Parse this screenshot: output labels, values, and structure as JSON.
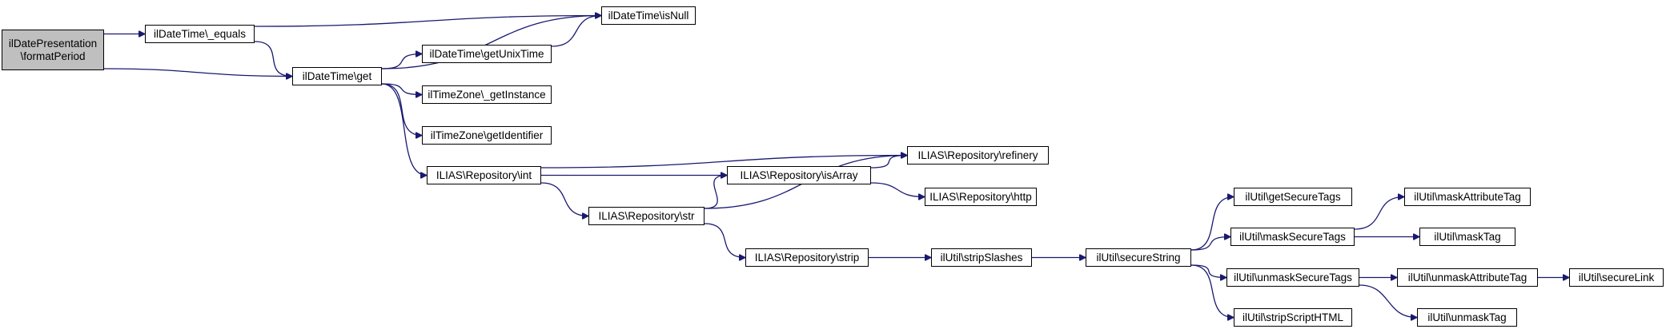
{
  "diagram": {
    "colors": {
      "edge": "#191970",
      "root_fill": "#bfbfbf",
      "node_fill": "#ffffff",
      "node_border": "#000000"
    },
    "nodes": {
      "formatPeriod": {
        "lines": [
          "ilDatePresentation",
          "\\formatPeriod"
        ],
        "root": true
      },
      "equals": {
        "lines": [
          "ilDateTime\\_equals"
        ]
      },
      "isNull": {
        "lines": [
          "ilDateTime\\isNull"
        ]
      },
      "get": {
        "lines": [
          "ilDateTime\\get"
        ]
      },
      "getUnixTime": {
        "lines": [
          "ilDateTime\\getUnixTime"
        ]
      },
      "getInstance": {
        "lines": [
          "ilTimeZone\\_getInstance"
        ]
      },
      "getIdentifier": {
        "lines": [
          "ilTimeZone\\getIdentifier"
        ]
      },
      "repoInt": {
        "lines": [
          "ILIAS\\Repository\\int"
        ]
      },
      "repoRefinery": {
        "lines": [
          "ILIAS\\Repository\\refinery"
        ]
      },
      "repoIsArray": {
        "lines": [
          "ILIAS\\Repository\\isArray"
        ]
      },
      "repoHttp": {
        "lines": [
          "ILIAS\\Repository\\http"
        ]
      },
      "repoStr": {
        "lines": [
          "ILIAS\\Repository\\str"
        ]
      },
      "repoStrip": {
        "lines": [
          "ILIAS\\Repository\\strip"
        ]
      },
      "stripSlashes": {
        "lines": [
          "ilUtil\\stripSlashes"
        ]
      },
      "secureString": {
        "lines": [
          "ilUtil\\secureString"
        ]
      },
      "getSecureTags": {
        "lines": [
          "ilUtil\\getSecureTags"
        ]
      },
      "maskSecureTags": {
        "lines": [
          "ilUtil\\maskSecureTags"
        ]
      },
      "maskAttributeTag": {
        "lines": [
          "ilUtil\\maskAttributeTag"
        ]
      },
      "maskTag": {
        "lines": [
          "ilUtil\\maskTag"
        ]
      },
      "unmaskSecureTags": {
        "lines": [
          "ilUtil\\unmaskSecureTags"
        ]
      },
      "unmaskAttributeTag": {
        "lines": [
          "ilUtil\\unmaskAttributeTag"
        ]
      },
      "secureLink": {
        "lines": [
          "ilUtil\\secureLink"
        ]
      },
      "stripScriptHTML": {
        "lines": [
          "ilUtil\\stripScriptHTML"
        ]
      },
      "unmaskTag": {
        "lines": [
          "ilUtil\\unmaskTag"
        ]
      }
    },
    "edges": [
      [
        "formatPeriod",
        "equals"
      ],
      [
        "formatPeriod",
        "get"
      ],
      [
        "equals",
        "isNull"
      ],
      [
        "equals",
        "get"
      ],
      [
        "get",
        "isNull"
      ],
      [
        "get",
        "getUnixTime"
      ],
      [
        "get",
        "getInstance"
      ],
      [
        "get",
        "getIdentifier"
      ],
      [
        "get",
        "repoInt"
      ],
      [
        "getUnixTime",
        "isNull"
      ],
      [
        "repoInt",
        "repoRefinery"
      ],
      [
        "repoInt",
        "repoIsArray"
      ],
      [
        "repoInt",
        "repoStr"
      ],
      [
        "repoIsArray",
        "repoRefinery"
      ],
      [
        "repoIsArray",
        "repoHttp"
      ],
      [
        "repoStr",
        "repoRefinery"
      ],
      [
        "repoStr",
        "repoIsArray"
      ],
      [
        "repoStr",
        "repoStrip"
      ],
      [
        "repoStrip",
        "stripSlashes"
      ],
      [
        "stripSlashes",
        "secureString"
      ],
      [
        "secureString",
        "getSecureTags"
      ],
      [
        "secureString",
        "maskSecureTags"
      ],
      [
        "secureString",
        "unmaskSecureTags"
      ],
      [
        "secureString",
        "stripScriptHTML"
      ],
      [
        "maskSecureTags",
        "maskAttributeTag"
      ],
      [
        "maskSecureTags",
        "maskTag"
      ],
      [
        "unmaskSecureTags",
        "unmaskAttributeTag"
      ],
      [
        "unmaskSecureTags",
        "unmaskTag"
      ],
      [
        "unmaskAttributeTag",
        "secureLink"
      ]
    ]
  }
}
